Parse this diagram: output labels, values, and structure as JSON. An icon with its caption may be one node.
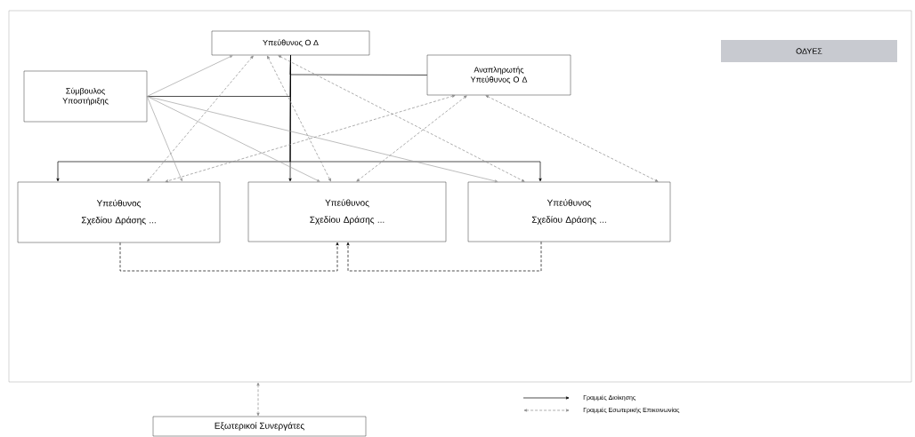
{
  "diagram": {
    "nodes": [
      {
        "text": [],
        "shape": "box"
      },
      {
        "text": [
          "Υπεύθυνος Ο Δ"
        ],
        "in": 0
      },
      {
        "text": [
          "Σύμβουλος Υποστήριξης"
        ],
        "in": 0
      },
      {
        "text": [
          "Αναπληρωτής Υπεύθυνος Ο Δ"
        ],
        "in": 0
      },
      {
        "text": [
          "ΟΔΥΕΣ"
        ],
        "in": 0
      },
      {
        "text": [
          "Υπεύθυνος Σχεδίου Δράσης ..."
        ],
        "in": 0
      },
      {
        "text": [
          "Υπεύθυνος Σχεδίου Δράσης ..."
        ],
        "in": 0
      },
      {
        "text": [
          "Υπεύθυνος Σχεδίου Δράσης ..."
        ],
        "in": 0
      },
      {
        "text": [
          "Εξωτερικοί Συνεργάτες"
        ]
      }
    ],
    "edges": [
      {
        "from": 1,
        "to": 5,
        "arrow": "to"
      },
      {
        "from": 1,
        "to": 6,
        "arrow": "to"
      },
      {
        "from": 1,
        "to": 7,
        "arrow": "to"
      },
      {
        "from": 1,
        "to": 3,
        "arrow": "none"
      },
      {
        "from": 2,
        "to": 1,
        "arrow": "none"
      },
      {
        "from": 2,
        "to": 1,
        "arrow": "to",
        "color": "#a0a0a0"
      },
      {
        "from": 2,
        "to": 5,
        "arrow": "to",
        "color": "#a0a0a0"
      },
      {
        "from": 2,
        "to": 6,
        "arrow": "to",
        "color": "#a0a0a0"
      },
      {
        "from": 2,
        "to": 7,
        "arrow": "to",
        "color": "#a0a0a0"
      },
      {
        "from": 1,
        "to": 5,
        "arrow": "both",
        "style": "dashed",
        "color": "#8a8a8a"
      },
      {
        "from": 1,
        "to": 6,
        "arrow": "both",
        "style": "dashed",
        "color": "#8a8a8a"
      },
      {
        "from": 1,
        "to": 7,
        "arrow": "both",
        "style": "dashed",
        "color": "#8a8a8a"
      },
      {
        "from": 3,
        "to": 5,
        "arrow": "both",
        "style": "dashed",
        "color": "#8a8a8a"
      },
      {
        "from": 3,
        "to": 6,
        "arrow": "both",
        "style": "dashed",
        "color": "#8a8a8a"
      },
      {
        "from": 3,
        "to": 7,
        "arrow": "both",
        "style": "dashed",
        "color": "#8a8a8a"
      },
      {
        "from": 5,
        "to": 6,
        "arrow": "to",
        "style": "dashed"
      },
      {
        "from": 7,
        "to": 6,
        "arrow": "to",
        "style": "dashed"
      },
      {
        "from": 0,
        "to": 8,
        "arrow": "both",
        "style": "dashed",
        "color": "#8a8a8a"
      }
    ],
    "legend": [
      {
        "text": "Γραμμές Διοίκησης"
      },
      {
        "text": "Γραμμές Εσωτερικής Επικοινωνίας"
      }
    ]
  }
}
